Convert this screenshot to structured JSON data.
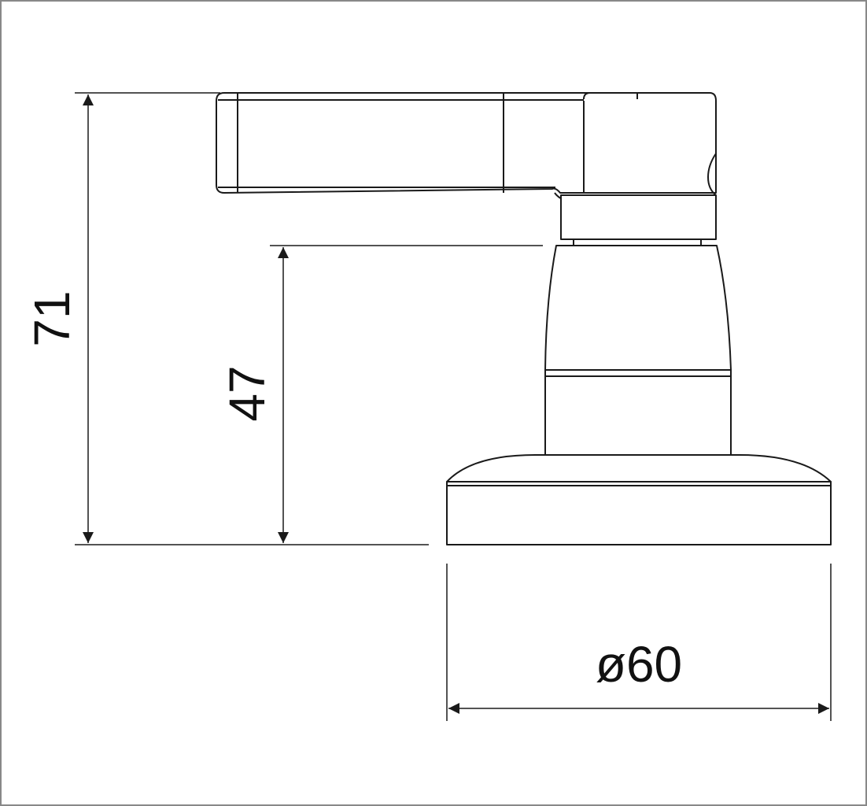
{
  "dimensions": {
    "overall_height": "71",
    "rose_to_lever_height": "47",
    "rose_diameter": "ø60"
  },
  "colors": {
    "line": "#1a1a1a",
    "fill": "#ffffff",
    "frame": "#888888"
  }
}
